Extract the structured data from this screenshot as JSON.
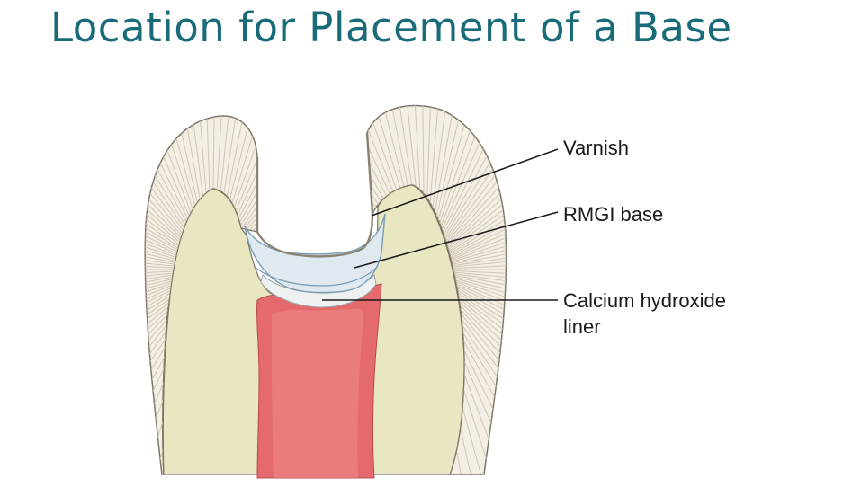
{
  "slide": {
    "title": "Location for Placement of a Base"
  },
  "diagram": {
    "labels": {
      "varnish": "Varnish",
      "rmgi_base": "RMGI base",
      "calcium_line1": "Calcium hydroxide",
      "calcium_line2": "liner"
    },
    "colors": {
      "title": "#1a6b7a",
      "enamel": "#f4efe4",
      "enamel_lines": "#c9c0ae",
      "dentin": "#e8e7c2",
      "pulp": "#e46a6e",
      "base": "#dfe9ef",
      "base_line": "#7a9cb5",
      "outline": "#7e7667",
      "leader_line": "#1a1a1a"
    }
  }
}
